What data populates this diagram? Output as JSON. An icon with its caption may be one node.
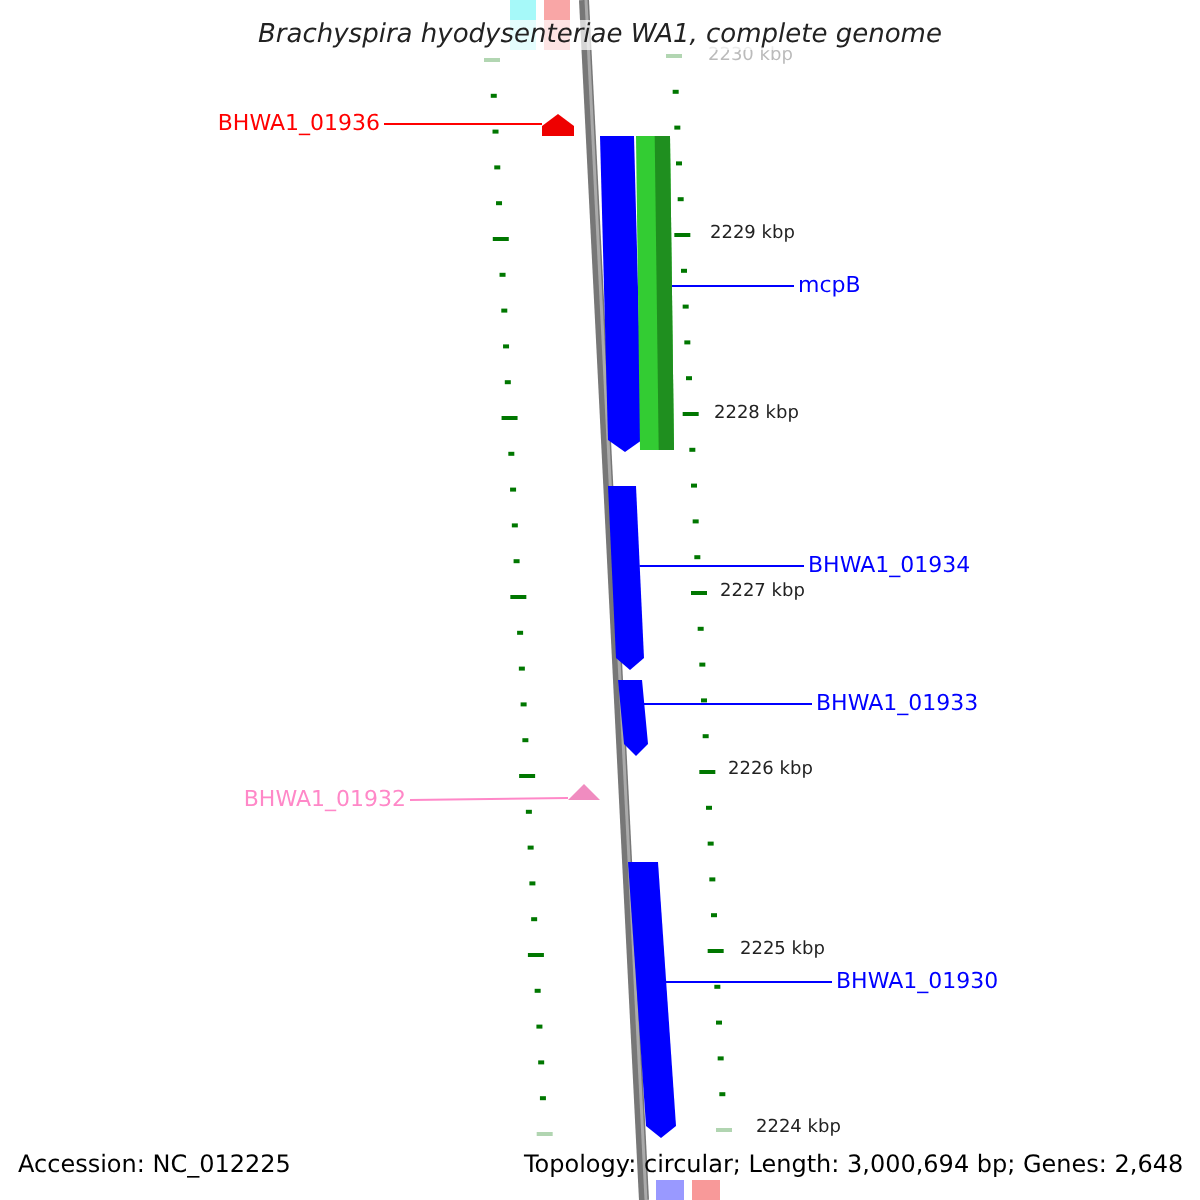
{
  "diagram": {
    "title": "Brachyspira hyodysenteriae WA1, complete genome",
    "nodes": [
      {
        "text": [
          "BHWA1_01936"
        ]
      },
      {
        "text": [],
        "shape": "pentagon"
      },
      {
        "text": [],
        "shape": "pentagon"
      },
      {
        "text": [],
        "shape": "bar"
      },
      {
        "text": [
          "mcpB"
        ]
      },
      {
        "text": [],
        "shape": "pentagon"
      },
      {
        "text": [
          "BHWA1_01934"
        ]
      },
      {
        "text": [],
        "shape": "pentagon"
      },
      {
        "text": [
          "BHWA1_01933"
        ]
      },
      {
        "text": [],
        "shape": "triangle"
      },
      {
        "text": [
          "BHWA1_01932"
        ]
      },
      {
        "text": [],
        "shape": "pentagon"
      },
      {
        "text": [
          "BHWA1_01930"
        ]
      }
    ],
    "edges": [
      {
        "from": 0,
        "to": 1,
        "arrow": "none",
        "color": "#ff0000"
      },
      {
        "from": 4,
        "to": 3,
        "arrow": "none"
      },
      {
        "from": 6,
        "to": 5,
        "arrow": "none"
      },
      {
        "from": 8,
        "to": 7,
        "arrow": "none"
      },
      {
        "from": 10,
        "to": 9,
        "arrow": "none",
        "color": "#ff88c8"
      },
      {
        "from": 12,
        "to": 11,
        "arrow": "none"
      }
    ],
    "labels": [
      "2230 kbp",
      "2229 kbp",
      "2228 kbp",
      "2227 kbp",
      "2226 kbp",
      "2225 kbp",
      "2224 kbp",
      "Accession: NC_012225",
      "Topology: circular; Length: 3,000,694 bp; Genes: 2,648"
    ]
  }
}
